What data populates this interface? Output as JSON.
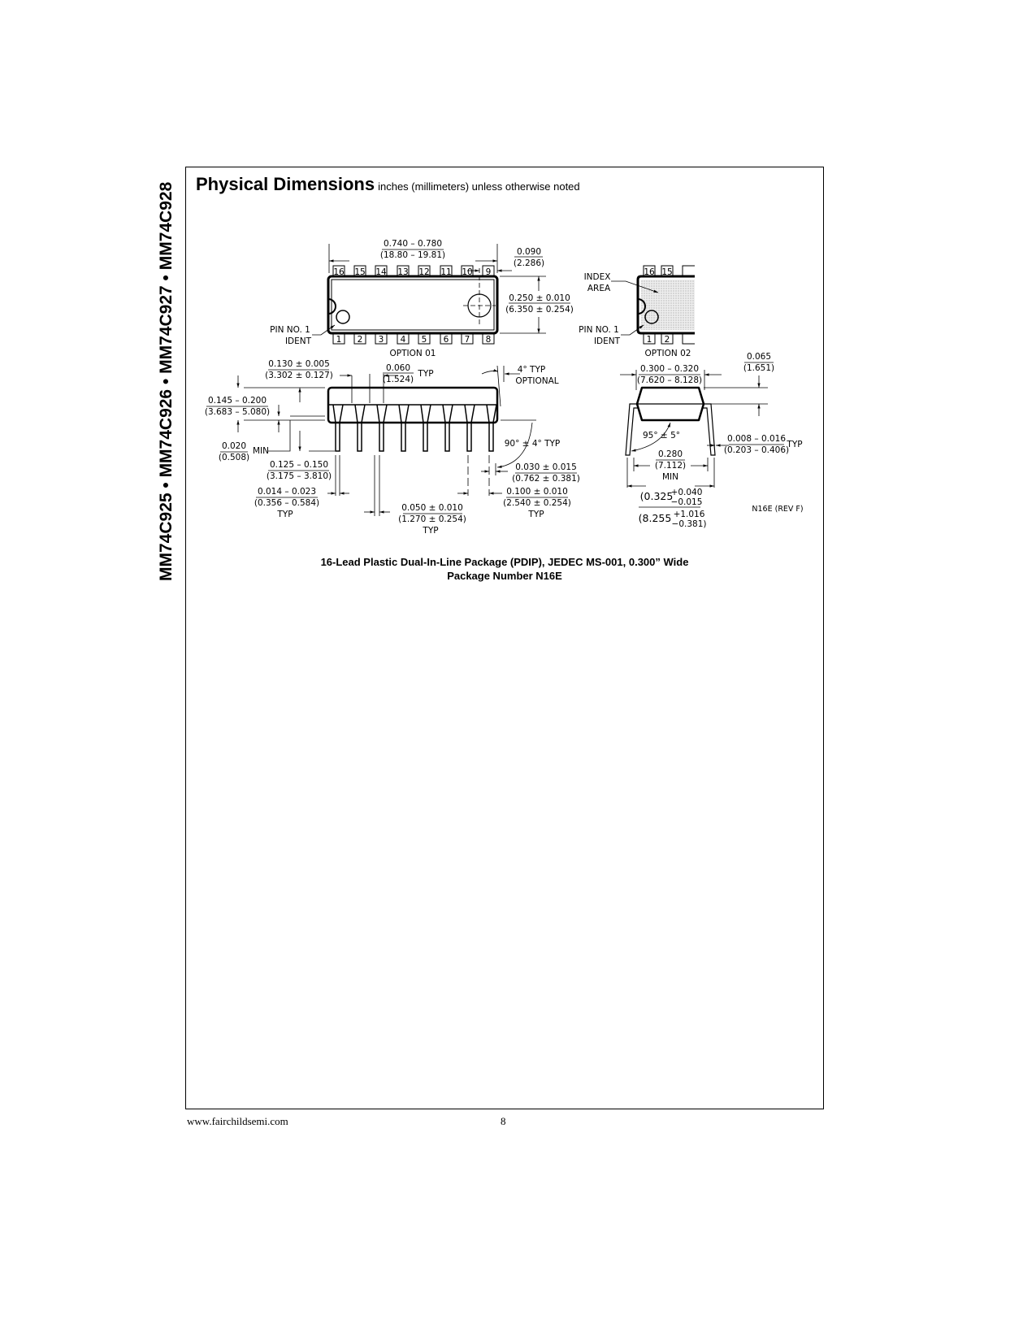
{
  "side_title": "MM74C925 • MM74C926 • MM74C927 • MM74C928",
  "header": {
    "title": "Physical Dimensions",
    "subtitle": "inches (millimeters) unless otherwise noted"
  },
  "drawing": {
    "top_pins": [
      "16",
      "15",
      "14",
      "13",
      "12",
      "11",
      "10",
      "9"
    ],
    "bottom_pins": [
      "1",
      "2",
      "3",
      "4",
      "5",
      "6",
      "7",
      "8"
    ],
    "opt2_top_pins": [
      "16",
      "15"
    ],
    "opt2_bottom_pins": [
      "1",
      "2"
    ],
    "length_in": "0.740 – 0.780",
    "length_mm": "(18.80 – 19.81)",
    "end_in": "0.090",
    "end_mm": "(2.286)",
    "width_in": "0.250 ± 0.010",
    "width_mm": "(6.350 ± 0.254)",
    "pin1_a": "PIN NO. 1",
    "pin1_b": "IDENT",
    "option01": "OPTION 01",
    "option02": "OPTION 02",
    "index_a": "INDEX",
    "index_b": "AREA",
    "d130_in": "0.130 ± 0.005",
    "d130_mm": "(3.302 ± 0.127)",
    "d060_in": "0.060",
    "d060_mm": "(1.524)",
    "typ": "TYP",
    "taper_a": "4° TYP",
    "taper_b": "OPTIONAL",
    "d145_in": "0.145 – 0.200",
    "d145_mm": "(3.683 – 5.080)",
    "d020_in": "0.020",
    "d020_mm": "(0.508)",
    "min": "MIN",
    "d125_in": "0.125 – 0.150",
    "d125_mm": "(3.175 – 3.810)",
    "d014_in": "0.014 – 0.023",
    "d014_mm": "(0.356 – 0.584)",
    "d050_in": "0.050 ± 0.010",
    "d050_mm": "(1.270 ± 0.254)",
    "angle90": "90° ± 4° TYP",
    "d030_in": "0.030 ± 0.015",
    "d030_mm": "(0.762 ± 0.381)",
    "d100_in": "0.100 ± 0.010",
    "d100_mm": "(2.540 ± 0.254)",
    "d065_in": "0.065",
    "d065_mm": "(1.651)",
    "d300_in": "0.300 – 0.320",
    "d300_mm": "(7.620 – 8.128)",
    "angle95": "95° ± 5°",
    "d008_in": "0.008 – 0.016",
    "d008_mm": "(0.203 – 0.406)",
    "d280_in": "0.280",
    "d280_mm": "(7.112)",
    "d325_in": "(0.325",
    "d325_in_tol_plus": "+0.040",
    "d325_in_tol_minus": "−0.015",
    "d325_mm": "(8.255",
    "d325_mm_tol_plus": "+1.016",
    "d325_mm_tol_minus": "−0.381)",
    "rev": "N16E (REV F)"
  },
  "caption": {
    "line1": "16-Lead Plastic Dual-In-Line Package (PDIP), JEDEC MS-001, 0.300” Wide",
    "line2": "Package Number N16E"
  },
  "footer": {
    "url": "www.fairchildsemi.com",
    "page": "8"
  }
}
